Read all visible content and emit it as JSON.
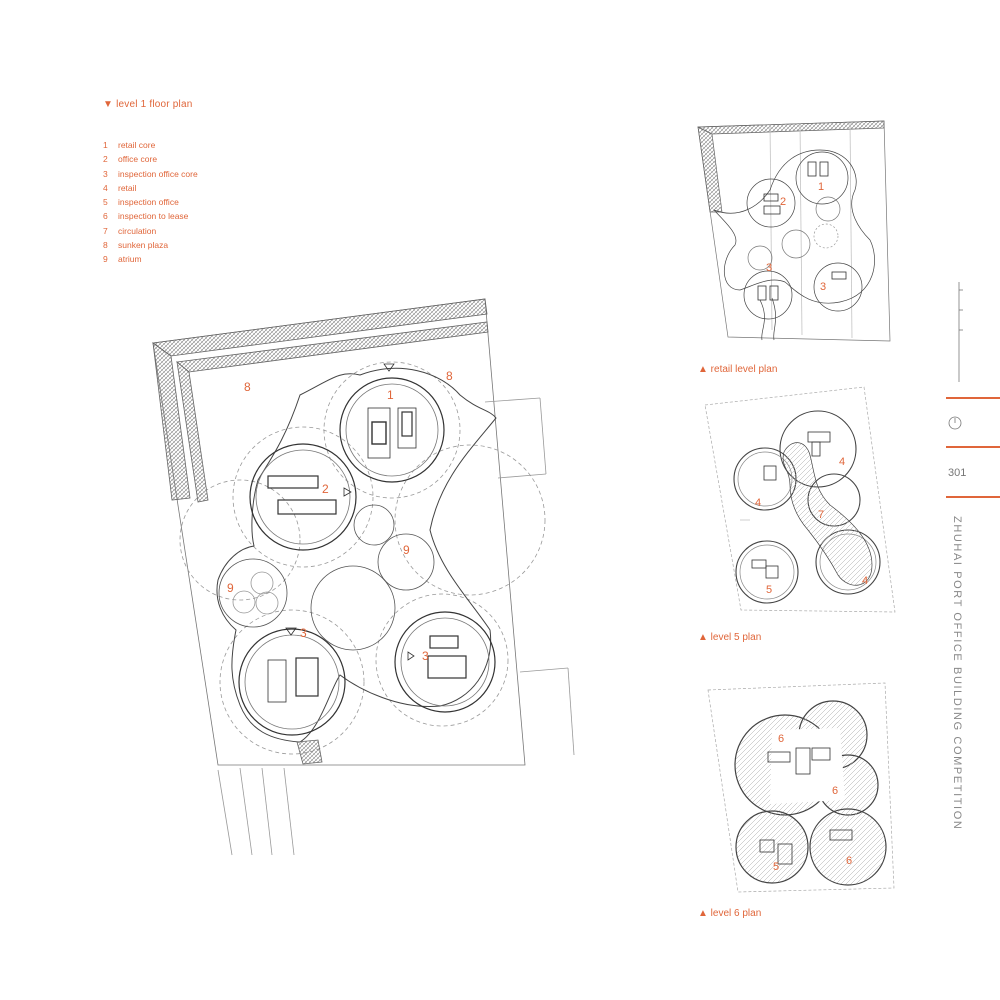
{
  "main_plan": {
    "title": "▼ level 1 floor plan",
    "legend": [
      {
        "num": "1",
        "label": "retail core"
      },
      {
        "num": "2",
        "label": "office core"
      },
      {
        "num": "3",
        "label": "inspection office core"
      },
      {
        "num": "4",
        "label": "retail"
      },
      {
        "num": "5",
        "label": "inspection office"
      },
      {
        "num": "6",
        "label": "inspection to lease"
      },
      {
        "num": "7",
        "label": "circulation"
      },
      {
        "num": "8",
        "label": "sunken plaza"
      },
      {
        "num": "9",
        "label": "atrium"
      }
    ],
    "labels": [
      "8",
      "8",
      "1",
      "2",
      "9",
      "9",
      "3",
      "3"
    ]
  },
  "retail_plan": {
    "caption": "▲ retail level plan",
    "labels": [
      "1",
      "2",
      "3",
      "3"
    ]
  },
  "level5_plan": {
    "caption": "▲ level 5 plan",
    "labels": [
      "4",
      "4",
      "7",
      "5",
      "4"
    ]
  },
  "level6_plan": {
    "caption": "▲ level 6 plan",
    "labels": [
      "6",
      "6",
      "5",
      "6"
    ]
  },
  "sidebar": {
    "page_number": "301",
    "book_title": "ZHUHAI PORT OFFICE BUILDING COMPETITION"
  },
  "colors": {
    "accent": "#e0663a",
    "line": "#555555",
    "hatch": "#888888"
  }
}
